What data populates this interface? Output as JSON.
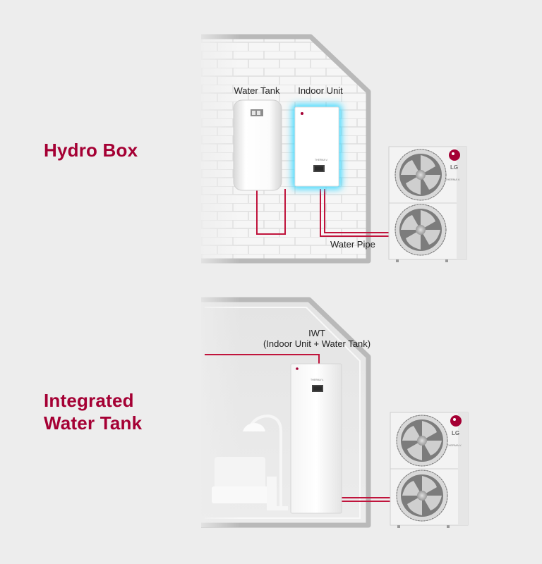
{
  "sections": {
    "hydro_box": {
      "title": "Hydro Box",
      "labels": {
        "water_tank": "Water Tank",
        "indoor_unit": "Indoor Unit",
        "water_pipe": "Water Pipe"
      }
    },
    "integrated": {
      "title_line1": "Integrated",
      "title_line2": "Water Tank",
      "labels": {
        "iwt_line1": "IWT",
        "iwt_line2": "(Indoor Unit + Water Tank)"
      }
    }
  },
  "brand": {
    "logo_text": "LG",
    "model_text": "THERMA V."
  },
  "colors": {
    "accent": "#a50034",
    "pipe": "#c0143c",
    "glow": "#3ad8ff",
    "background": "#ededed"
  }
}
